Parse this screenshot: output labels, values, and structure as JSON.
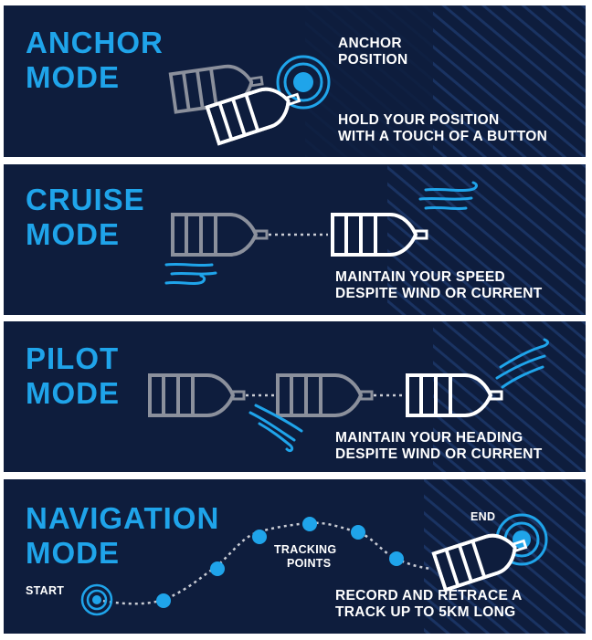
{
  "colors": {
    "panel_bg": "#0e1d3d",
    "accent": "#1fa4ea",
    "text": "#ffffff",
    "boat_gray": "#8b909c",
    "boat_white": "#ffffff"
  },
  "panels": [
    {
      "title_line1": "ANCHOR",
      "title_line2": "MODE",
      "label_line1": "ANCHOR",
      "label_line2": "POSITION",
      "desc_line1": "HOLD YOUR POSITION",
      "desc_line2": "WITH A TOUCH OF A BUTTON",
      "icons": [
        "boat-gray-icon",
        "boat-white-icon",
        "anchor-target-icon"
      ]
    },
    {
      "title_line1": "CRUISE",
      "title_line2": "MODE",
      "desc_line1": "MAINTAIN YOUR SPEED",
      "desc_line2": "DESPITE WIND OR CURRENT",
      "icons": [
        "boat-gray-icon",
        "boat-white-icon",
        "wind-icon"
      ]
    },
    {
      "title_line1": "PILOT",
      "title_line2": "MODE",
      "desc_line1": "MAINTAIN YOUR HEADING",
      "desc_line2": "DESPITE WIND OR CURRENT",
      "icons": [
        "boat-gray-icon",
        "boat-white-icon",
        "wind-icon"
      ]
    },
    {
      "title_line1": "NAVIGATION",
      "title_line2": "MODE",
      "start_label": "START",
      "end_label": "END",
      "tracking_line1": "TRACKING",
      "tracking_line2": "POINTS",
      "desc_line1": "RECORD AND  RETRACE A",
      "desc_line2": "TRACK UP TO 5KM LONG",
      "icons": [
        "start-target-icon",
        "tracking-point-icon",
        "boat-white-icon",
        "end-target-icon"
      ]
    }
  ]
}
